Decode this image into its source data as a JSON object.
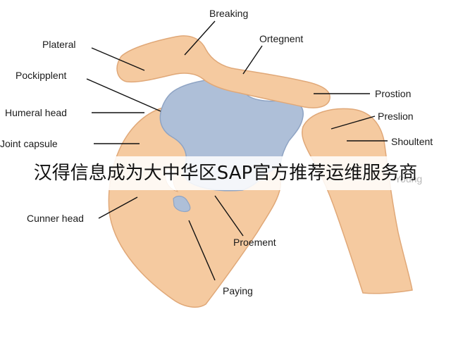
{
  "colors": {
    "bone": "#f5caa0",
    "bone_stroke": "#e0a878",
    "cartilage": "#aebfd8",
    "cartilage_stroke": "#8fa4c4",
    "leader": "#111111",
    "text": "#1a1a1a",
    "banner_text": "#111111"
  },
  "labels": {
    "breaking": "Breaking",
    "ortegnent": "Ortegnent",
    "plateral": "Plateral",
    "pockipplent": "Pockipplent",
    "humeral_head": "Humeral head",
    "joint_capsule": "Joint capsule",
    "prostion": "Prostion",
    "preslion": "Preslion",
    "shoultent": "Shoultent",
    "young": "Young",
    "cunner_head": "Cunner head",
    "proement": "Proement",
    "paying": "Paying"
  },
  "banner": {
    "text": "汉得信息成为大中华区SAP官方推荐运维服务商"
  }
}
